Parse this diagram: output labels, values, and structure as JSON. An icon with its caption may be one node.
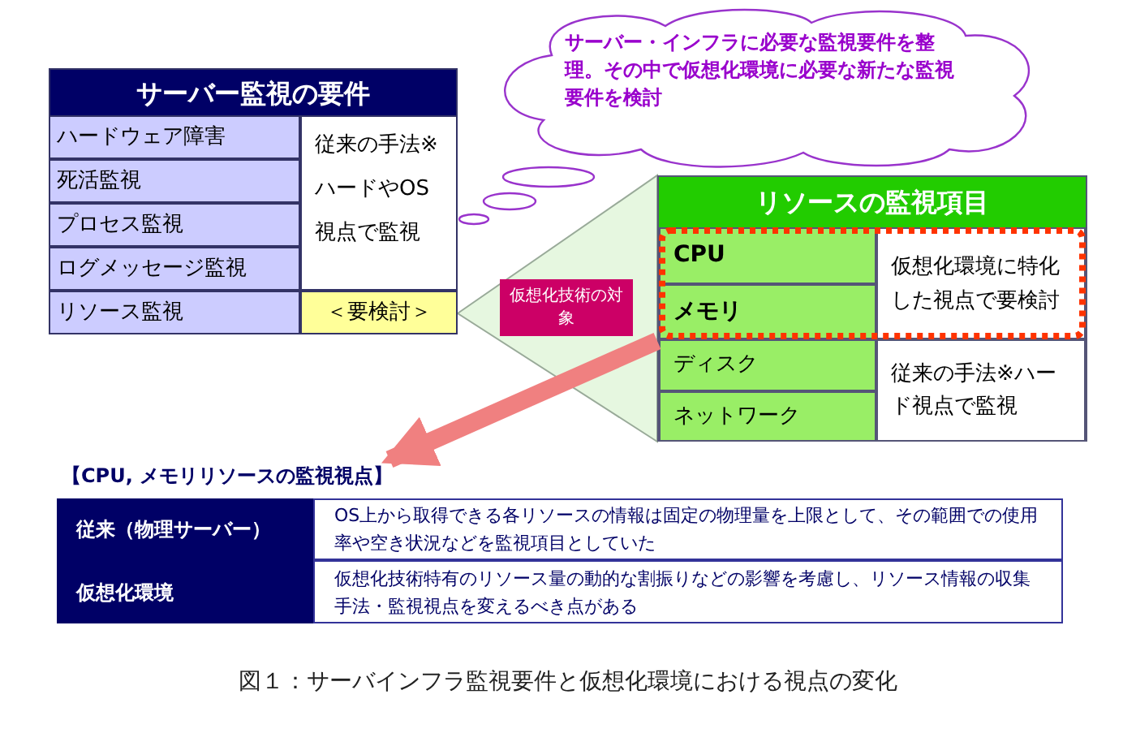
{
  "diagram": {
    "caption": "図１：サーバインフラ監視要件と仮想化環境における視点の変化",
    "nodes": [
      {
        "text": [
          "サーバー監視の要件"
        ]
      },
      {
        "text": [
          "ハードウェア障害"
        ],
        "in": 0
      },
      {
        "text": [
          "死活監視"
        ],
        "in": 0
      },
      {
        "text": [
          "プロセス監視"
        ],
        "in": 0
      },
      {
        "text": [
          "ログメッセージ監視"
        ],
        "in": 0
      },
      {
        "text": [
          "従来の手法※ハードやOS視点で監視"
        ],
        "in": 0
      },
      {
        "text": [
          "リソース監視"
        ],
        "in": 0
      },
      {
        "text": [
          "＜要検討＞"
        ],
        "in": 0
      },
      {
        "text": [
          "サーバー・インフラに必要な監視要件を整理。その中で仮想化環境に必要な新たな監視要件を検討"
        ]
      },
      {
        "text": [
          "リソースの監視項目"
        ]
      },
      {
        "text": [],
        "shape": "box",
        "in": 9
      },
      {
        "text": [
          "CPU"
        ],
        "in": 10
      },
      {
        "text": [
          "メモリ"
        ],
        "in": 10
      },
      {
        "text": [
          "仮想化環境に特化した視点で要検討"
        ],
        "in": 10
      },
      {
        "text": [
          "ディスク"
        ],
        "in": 9
      },
      {
        "text": [
          "ネットワーク"
        ],
        "in": 9
      },
      {
        "text": [
          "従来の手法※ハード視点で監視"
        ],
        "in": 9
      },
      {
        "text": [
          "仮想化技術の対象"
        ]
      },
      {
        "text": [
          "【CPU, メモリリソースの監視視点】"
        ]
      },
      {
        "text": [
          "従来（物理サーバー）"
        ]
      },
      {
        "text": [
          "OS上から取得できる各リソースの情報は固定の物理量を上限として、その範囲での使用率や空き状況などを監視項目としていた"
        ]
      },
      {
        "text": [
          "仮想化環境"
        ]
      },
      {
        "text": [
          "仮想化技術特有のリソース量の動的な割振りなどの影響を考慮し、リソース情報の収集手法・監視視点を変えるべき点がある"
        ]
      }
    ],
    "edges": [
      {
        "from": 10,
        "to": 18,
        "arrow": "to",
        "color": "#f08080"
      }
    ]
  }
}
